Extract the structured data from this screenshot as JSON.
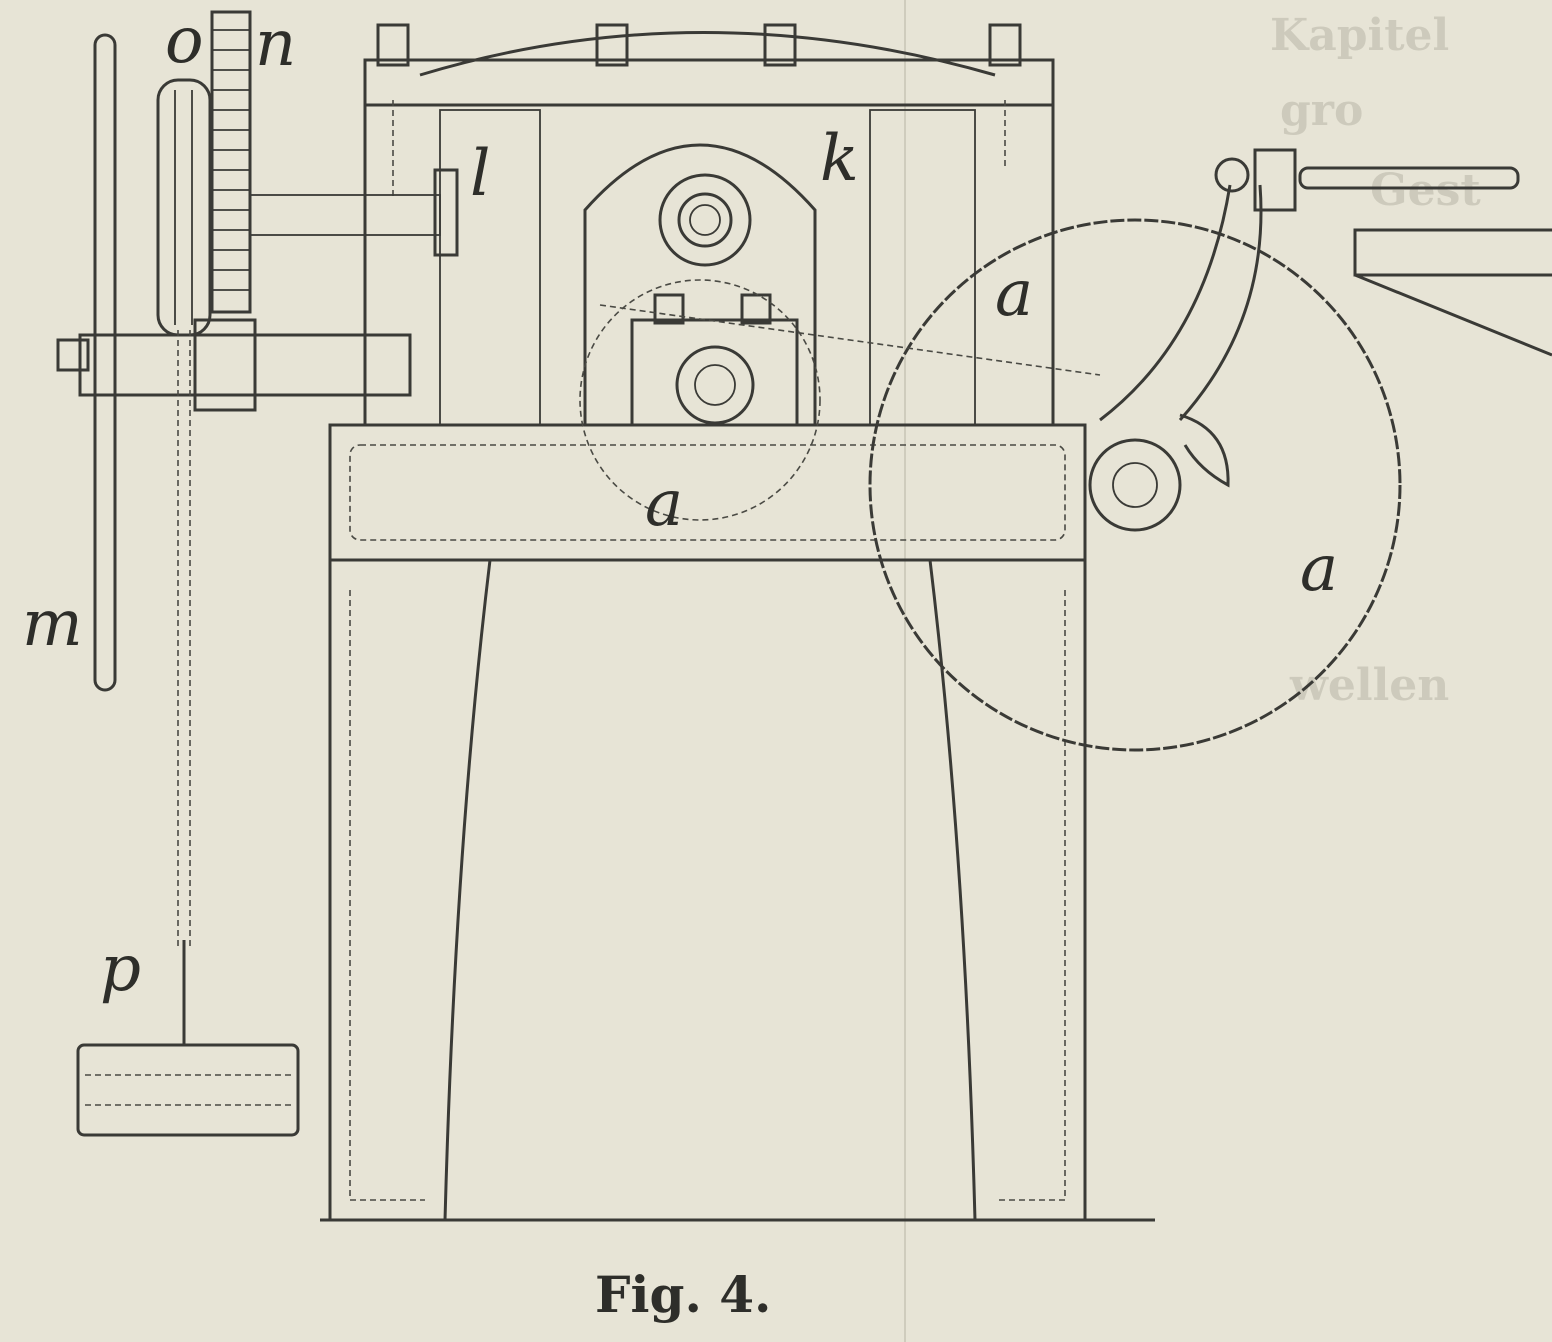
{
  "figure": {
    "caption": "Fig. 4.",
    "labels": {
      "o": "o",
      "n": "n",
      "l": "l",
      "k": "k",
      "m": "m",
      "p": "p",
      "a": "a"
    }
  },
  "bleed_through_text": [
    "Kapitel",
    "gro",
    "Gest",
    "wellen"
  ]
}
